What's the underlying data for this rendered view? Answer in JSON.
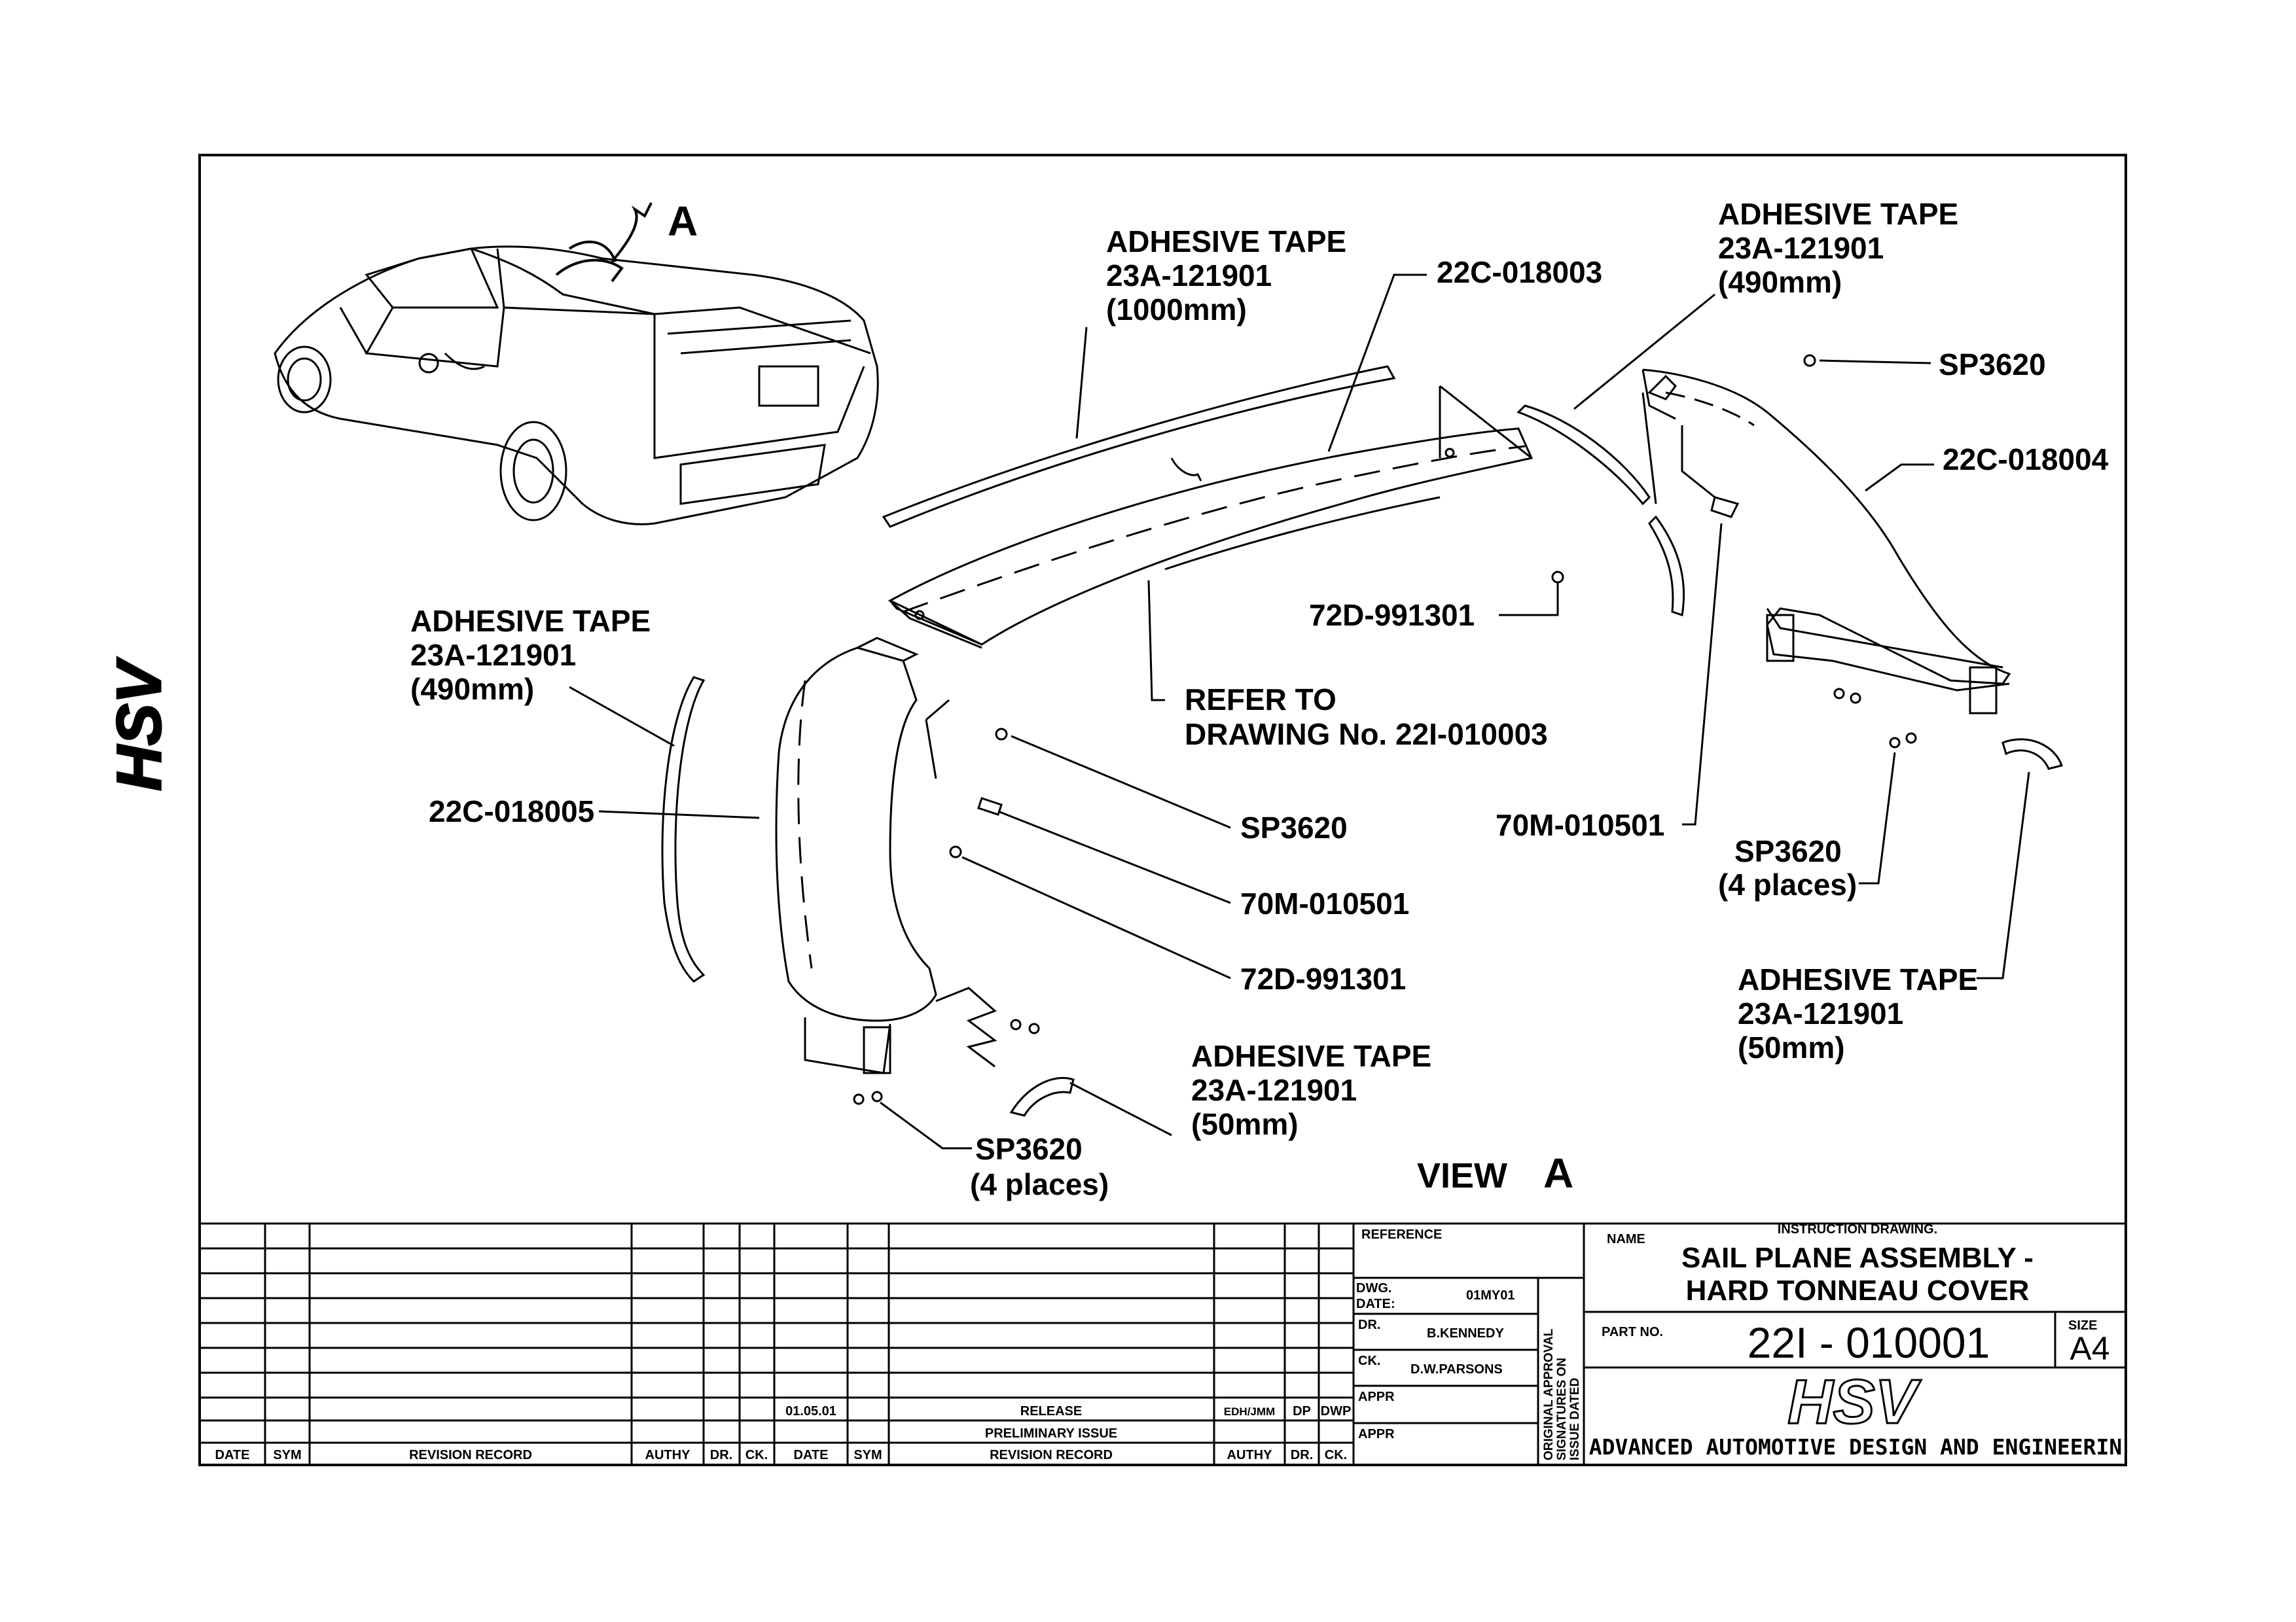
{
  "drawing": {
    "view_letter_top": "A",
    "view_label": "VIEW",
    "view_letter": "A",
    "logo_text": "HSV"
  },
  "callouts": {
    "tape_top": {
      "title": "ADHESIVE TAPE",
      "part": "23A-121901",
      "length": "(1000mm)"
    },
    "part_22c_018003": "22C-018003",
    "tape_right_top": {
      "title": "ADHESIVE TAPE",
      "part": "23A-121901",
      "length": "(490mm)"
    },
    "sp3620_right_top": "SP3620",
    "part_22c_018004": "22C-018004",
    "tape_left": {
      "title": "ADHESIVE TAPE",
      "part": "23A-121901",
      "length": "(490mm)"
    },
    "screw_72d_top": "72D-991301",
    "refer": {
      "line1": "REFER TO",
      "line2": "DRAWING No. 22I-010003"
    },
    "part_22c_018005": "22C-018005",
    "sp3620_mid": "SP3620",
    "clip_70m_mid": "70M-010501",
    "screw_72d_mid": "72D-991301",
    "clip_70m_right": "70M-010501",
    "sp3620_right_bottom": {
      "part": "SP3620",
      "qty": "(4 places)"
    },
    "tape_right_bottom": {
      "title": "ADHESIVE TAPE",
      "part": "23A-121901",
      "length": "(50mm)"
    },
    "tape_bottom": {
      "title": "ADHESIVE TAPE",
      "part": "23A-121901",
      "length": "(50mm)"
    },
    "sp3620_bottom": {
      "part": "SP3620",
      "qty": "(4 places)"
    }
  },
  "title_block": {
    "revision_headers_left": [
      "DATE",
      "SYM",
      "REVISION RECORD",
      "AUTHY",
      "DR.",
      "CK."
    ],
    "revision_headers_right": [
      "DATE",
      "SYM",
      "REVISION RECORD",
      "AUTHY",
      "DR.",
      "CK."
    ],
    "revision_entry": {
      "date": "01.05.01",
      "record": "RELEASE",
      "authy": "EDH/JMM",
      "dr": "DP",
      "ck": "DWP"
    },
    "revision_entry_2": {
      "record": "PRELIMINARY ISSUE"
    },
    "reference_label": "REFERENCE",
    "dwg_date_label": "DWG. DATE:",
    "dwg_date_line1": "DWG.",
    "dwg_date_line2": "DATE:",
    "dwg_date": "01MY01",
    "dr_label": "DR.",
    "dr_name": "B.KENNEDY",
    "ck_label": "CK.",
    "ck_name": "D.W.PARSONS",
    "appr_label_1": "APPR",
    "appr_label_2": "APPR",
    "approval_note": [
      "ORIGINAL APPROVAL",
      "SIGNATURES ON",
      "ISSUE DATED"
    ],
    "name_label": "NAME",
    "name_sub": "INSTRUCTION DRAWING.",
    "name_line1": "SAIL PLANE ASSEMBLY -",
    "name_line2": "HARD TONNEAU COVER",
    "part_no_label": "PART NO.",
    "part_no": "22I - 010001",
    "size_label": "SIZE",
    "size": "A4",
    "company_logo": "HSV",
    "company": "ADVANCED AUTOMOTIVE DESIGN AND ENGINEERIN"
  }
}
